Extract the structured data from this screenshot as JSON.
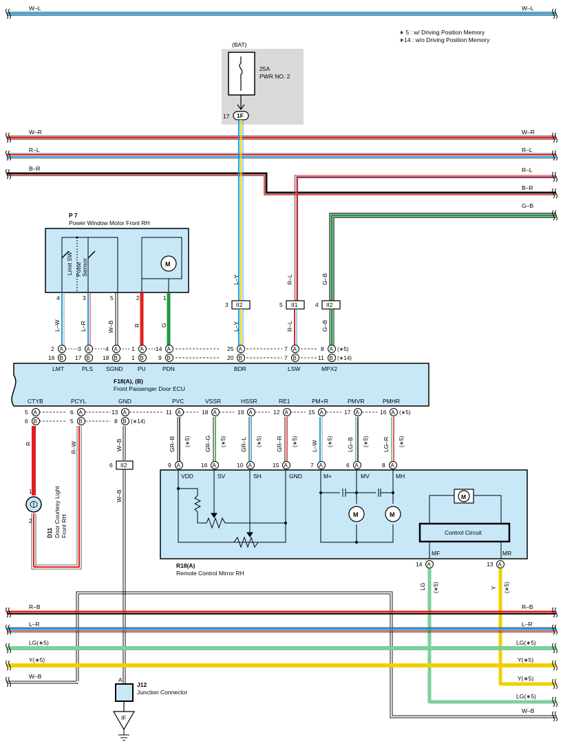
{
  "notes": {
    "note5": "∗ 5 : w/ Driving Position Memory",
    "note14": "∗14 : w/o Driving Position Memory"
  },
  "top_bus": {
    "left_label": "W–L",
    "right_label": "W–L"
  },
  "fuse": {
    "bat_label": "(BAT)",
    "amp": "25A",
    "name": "PWR NO. 2",
    "pin": "17",
    "connector": "1F"
  },
  "upper_buses": {
    "w_r": [
      "W–R",
      "W–R"
    ],
    "r_l": [
      "R–L",
      "R–L"
    ],
    "b_r": [
      "B–R",
      "R–L",
      "B–R"
    ],
    "g_b": "G–B"
  },
  "motor": {
    "id": "P 7",
    "name": "Power Window Motor Front RH",
    "limit_sw": "Limit SW",
    "pulse_sensor_1": "Pulse",
    "pulse_sensor_2": "Sensor",
    "motor_symbol": "M",
    "pins": [
      "4",
      "3",
      "5",
      "2",
      "1"
    ],
    "wire_colors": [
      "L–W",
      "L–R",
      "W–B",
      "R",
      "G"
    ]
  },
  "junctions": {
    "ii2a": {
      "pin": "3",
      "label": "II2",
      "wire": "L–Y"
    },
    "ii1": {
      "pin": "5",
      "label": "II1",
      "wire": "R–L"
    },
    "ii2b": {
      "pin": "4",
      "label": "II2",
      "wire": "G–B"
    },
    "ii2c": {
      "pin": "6",
      "label": "II2",
      "wire": "W–B"
    }
  },
  "ecu": {
    "id": "F18(A), (B)",
    "name": "Front Passenger Door ECU",
    "top_terms": [
      "LMT",
      "PLS",
      "SGND",
      "PU",
      "PDN",
      "BDR",
      "LSW",
      "MPX2"
    ],
    "top_row_a": [
      "2",
      "3",
      "4",
      "1",
      "14",
      "25",
      "7",
      "8"
    ],
    "top_row_b": [
      "16",
      "17",
      "18",
      "1",
      "9",
      "20",
      "7",
      "11"
    ],
    "top_note_a": "(∗5)",
    "top_note_b": "(∗14)",
    "conn_a": "A",
    "conn_b": "B",
    "bottom_terms": [
      "CTYB",
      "PCYL",
      "GND",
      "PVC",
      "VSSR",
      "HSSR",
      "RE1",
      "PM+R",
      "PMVR",
      "PMHR"
    ],
    "bottom_row_a": [
      "5",
      "6",
      "13",
      "11",
      "18",
      "19",
      "12",
      "15",
      "17",
      "16"
    ],
    "bottom_row_b": [
      "6",
      "5",
      "8"
    ],
    "bottom_note_gnd": "(∗14)",
    "bottom_note_pmhr": "(∗5)"
  },
  "mirror_wires": {
    "colors": [
      "GR–B",
      "GR–G",
      "GR–L",
      "GR–R",
      "L–W",
      "LG–B",
      "LG–R"
    ],
    "note": "(∗5)"
  },
  "mirror": {
    "id": "R18(A)",
    "name": "Remote Control Mirror RH",
    "pins": [
      "9",
      "16",
      "10",
      "15",
      "7",
      "6",
      "8"
    ],
    "terms": [
      "VDD",
      "SV",
      "SH",
      "GND",
      "M+",
      "MV",
      "MH"
    ],
    "control": "Control Circuit",
    "mf": "MF",
    "mr": "MR",
    "mf_pin": "14",
    "mr_pin": "13",
    "mf_wire": "LG",
    "mr_wire": "Y",
    "note": "(∗5)",
    "motor_symbol": "M"
  },
  "courtesy": {
    "pin1": "1",
    "pin2": "2",
    "id": "D11",
    "name1": "Door Courtesy Light",
    "name2": "Front RH",
    "wire_r": "R",
    "wire_rw": "R–W",
    "wire_wb": "W–B"
  },
  "lower_buses": {
    "r_b": [
      "R–B",
      "R–B"
    ],
    "l_r": [
      "L–R",
      "L–R"
    ],
    "lg5": [
      "LG(∗5)",
      "LG(∗5)"
    ],
    "y5": [
      "Y(∗5)",
      "Y(∗5)"
    ],
    "w_b": [
      "W–B"
    ],
    "right_extra": [
      "Y(∗5)",
      "LG(∗5)",
      "W–B"
    ]
  },
  "junction_connector": {
    "id": "J12",
    "name": "Junction Connector",
    "pin": "A",
    "ground": "IF"
  }
}
